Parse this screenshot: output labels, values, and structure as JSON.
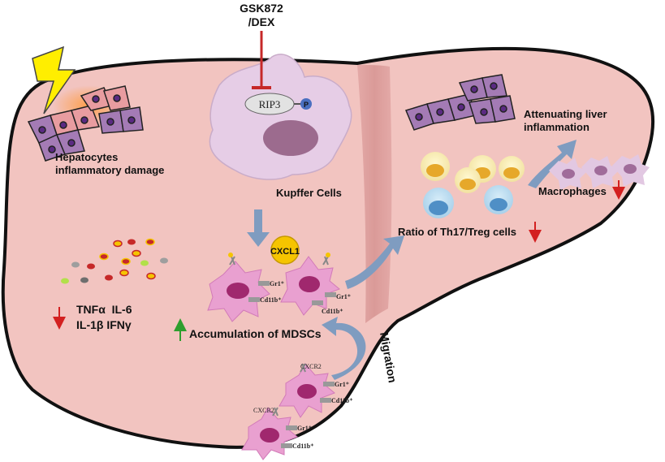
{
  "drug": {
    "line1": "GSK872",
    "line2": "/DEX"
  },
  "rip3": {
    "label": "RIP3",
    "phospho": "P"
  },
  "labels": {
    "hepatocytes_line1": "Hepatocytes",
    "hepatocytes_line2": "inflammatory damage",
    "kupffer": "Kupffer Cells",
    "cxcl1": "CXCL1",
    "cytokines_line1": "TNFα  IL-6",
    "cytokines_line2": "IL-1β IFNγ",
    "mdsc": "Accumulation of MDSCs",
    "ratio": "Ratio of Th17/Treg cells",
    "attenuating_line1": "Attenuating liver",
    "attenuating_line2": "inflammation",
    "macrophages": "Macrophages",
    "migration": "Migration"
  },
  "markers": {
    "gr1": "Gr1⁺",
    "cd11b": "Cd11b⁺",
    "cxcr2": "CXCR2"
  },
  "colors": {
    "liver_fill": "#f2c4c0",
    "liver_stroke": "#111111",
    "cell_purple": "#a47bb5",
    "mdsc_pink": "#e9a0d0",
    "kupffer_fill": "#e6cde6",
    "arrow_blue": "#7f9cc0",
    "down_arrow": "#d32020",
    "up_arrow": "#2e9e2e",
    "lightning": "#ffee00"
  }
}
